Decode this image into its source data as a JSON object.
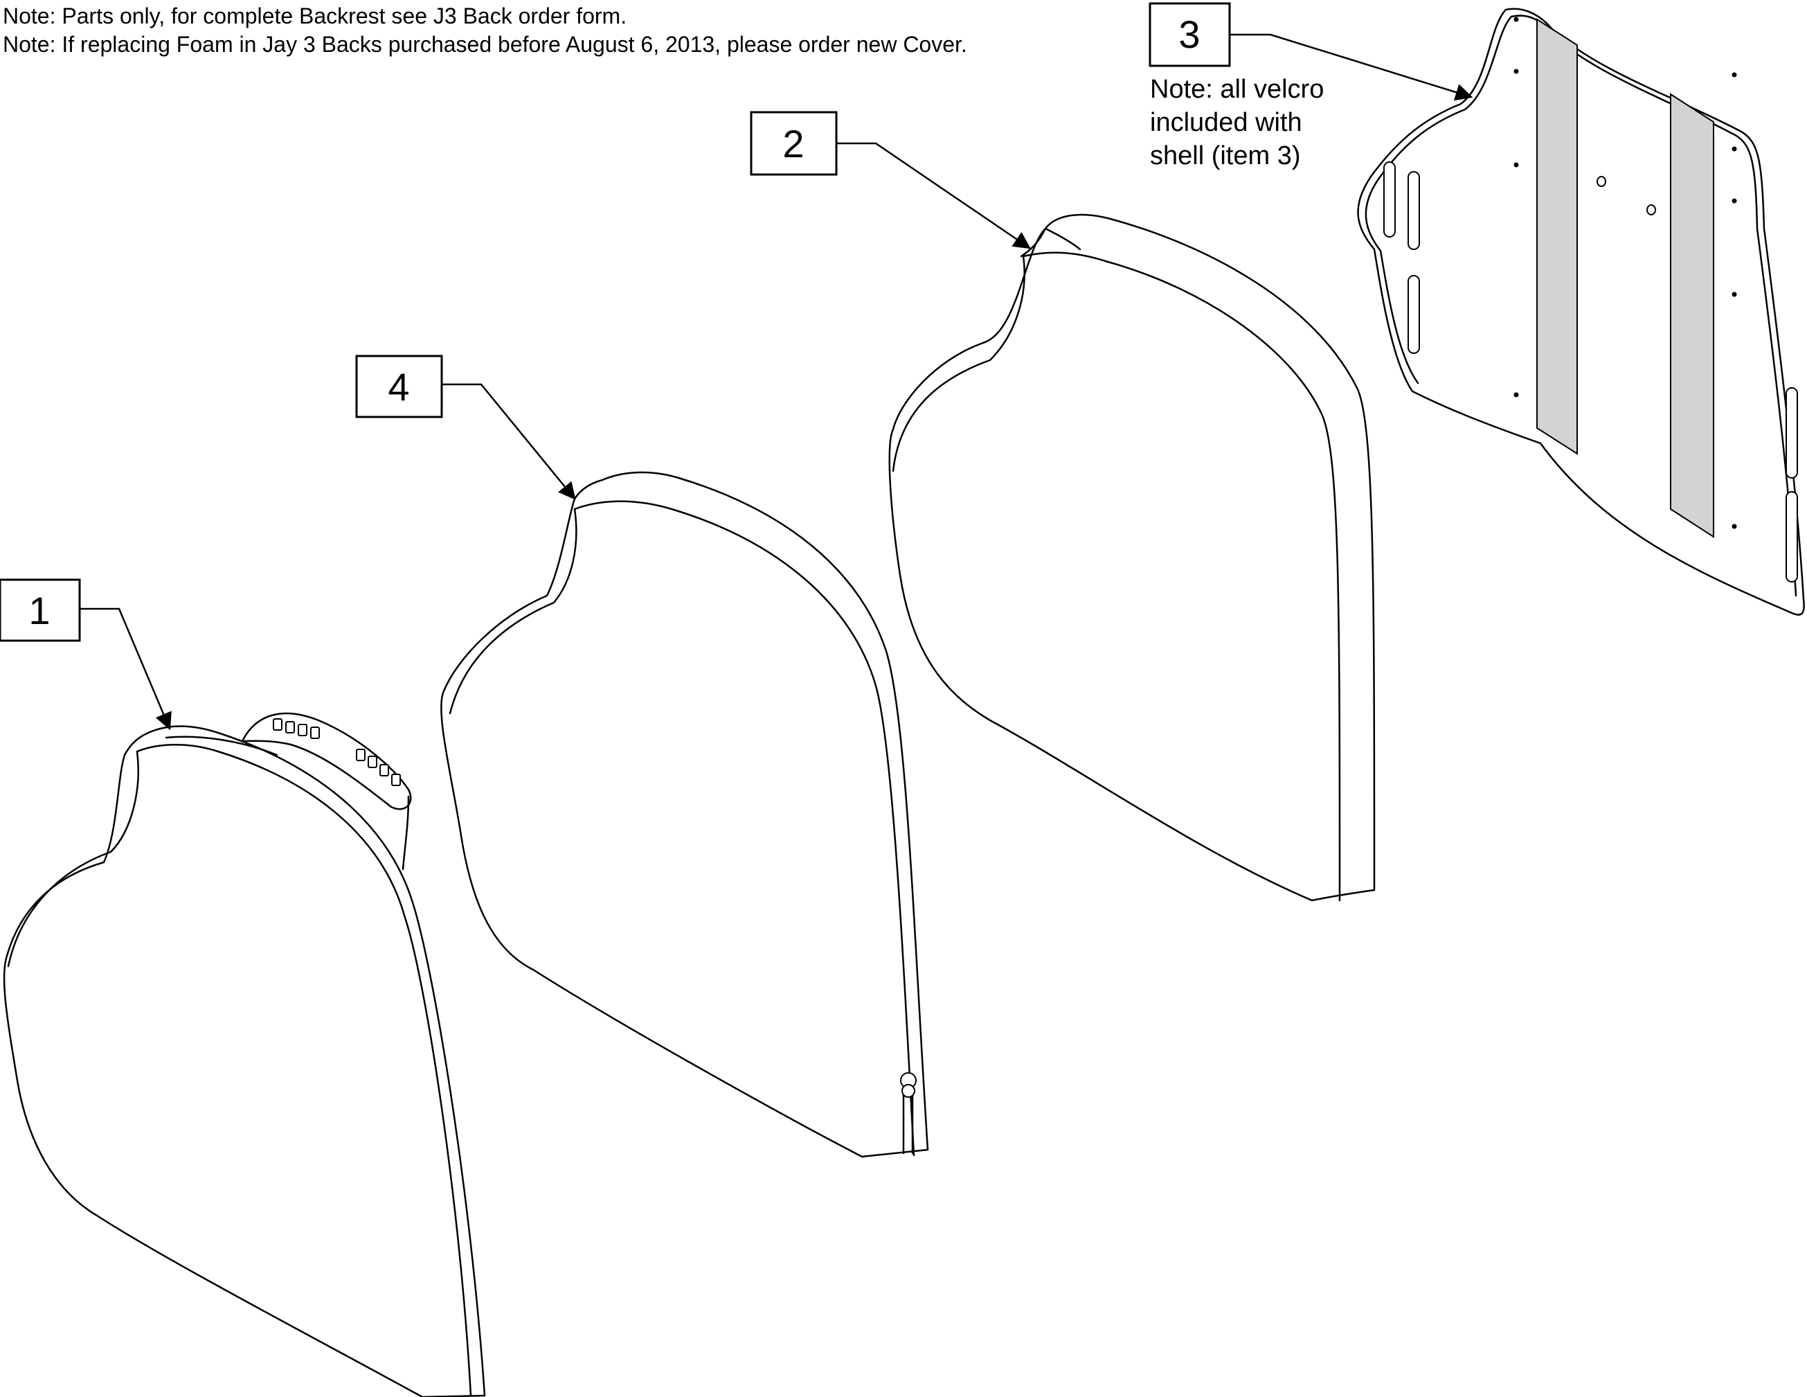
{
  "notes": [
    "Note: Parts only, for complete Backrest see J3 Back order form.",
    "Note: If replacing Foam in Jay 3 Backs purchased before August 6, 2013, please order new Cover."
  ],
  "callouts": {
    "item1": "1",
    "item2": "2",
    "item3": "3",
    "item4": "4"
  },
  "shell_note": [
    "Note: all velcro",
    "included with",
    "shell (item 3)"
  ],
  "colors": {
    "line": "#000000",
    "velcro_fill": "#d3d3d3",
    "background": "#ffffff"
  }
}
